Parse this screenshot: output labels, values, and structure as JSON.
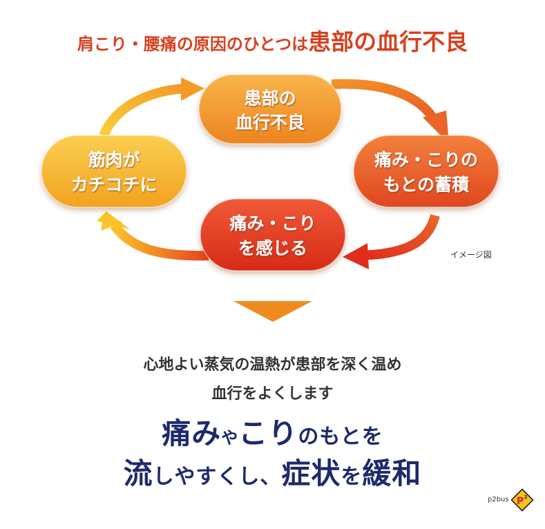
{
  "title": {
    "lead": "肩こり・腰痛の原因のひとつは",
    "emphasis": "患部の血行不良"
  },
  "cycle": {
    "top": [
      "患部の",
      "血行不良"
    ],
    "right": [
      "痛み・こりの",
      "もとの蓄積"
    ],
    "bottom": [
      "痛み・こり",
      "を感じる"
    ],
    "left": [
      "筋肉が",
      "カチコチに"
    ]
  },
  "note": "イメージ図",
  "sub": {
    "line1": "心地よい蒸気の温熱が患部を深く温め",
    "line2": "血行をよくします"
  },
  "main": {
    "line1": [
      {
        "t": "痛み",
        "s": "big"
      },
      {
        "t": "や",
        "s": "tiny"
      },
      {
        "t": "こり",
        "s": "big"
      },
      {
        "t": "のもとを",
        "s": "small"
      }
    ],
    "line2": [
      {
        "t": "流",
        "s": "big"
      },
      {
        "t": "しやすくし、",
        "s": "small"
      },
      {
        "t": "症状",
        "s": "big"
      },
      {
        "t": "を",
        "s": "small"
      },
      {
        "t": "緩和",
        "s": "big"
      }
    ]
  },
  "brand": {
    "text": "p2bus",
    "logo_letter": "P",
    "logo_suffix": "2"
  },
  "colors": {
    "title": "#d8401e",
    "main_text": "#1d2a6b",
    "chevron": "#f08a1e",
    "pill_top": "#f39a2a",
    "pill_right": "#e8562a",
    "pill_bottom": "#e23a22",
    "pill_left": "#f6b52c"
  }
}
